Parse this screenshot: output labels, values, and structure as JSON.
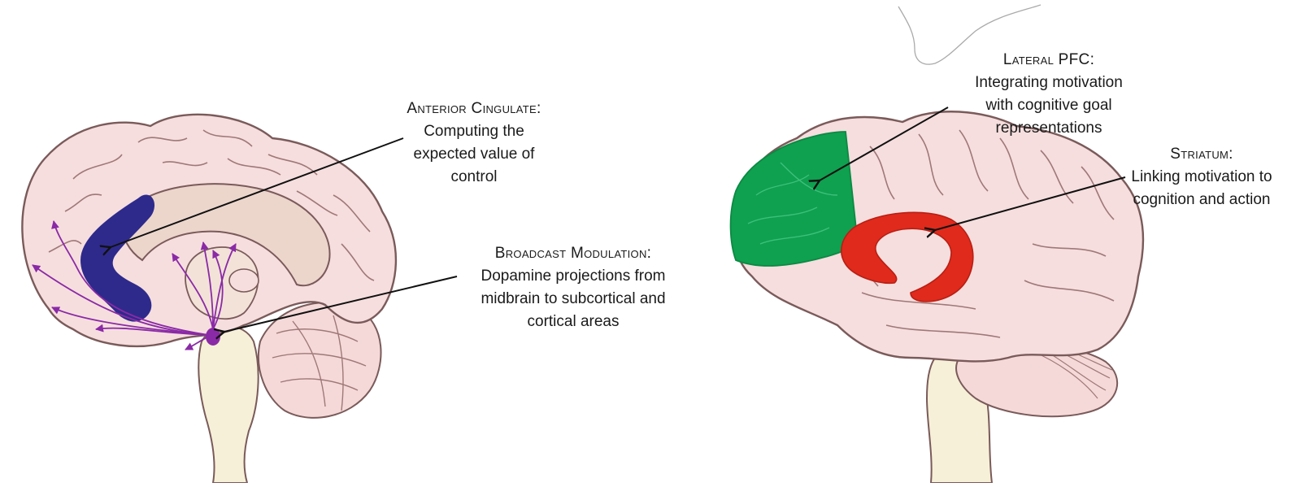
{
  "labels": {
    "anterior_cingulate": {
      "title": "Anterior Cingulate:",
      "lines": [
        "Computing the",
        "expected value of",
        "control"
      ]
    },
    "broadcast_modulation": {
      "title": "Broadcast Modulation:",
      "lines": [
        "Dopamine projections from",
        "midbrain to subcortical and",
        "cortical areas"
      ]
    },
    "lateral_pfc": {
      "title": "Lateral PFC:",
      "lines": [
        "Integrating motivation",
        "with cognitive goal",
        "representations"
      ]
    },
    "striatum": {
      "title": "Striatum:",
      "lines": [
        "Linking motivation to",
        "cognition and action"
      ]
    }
  },
  "colors": {
    "brain_fill": "#f6dede",
    "brain_outline": "#7a5a5a",
    "inner_fill": "#ecd6cc",
    "stem_fill": "#f7f0d8",
    "anterior_cingulate_region": "#2e2a8c",
    "dopamine_projections": "#8a2aa6",
    "lateral_pfc_region": "#0fa050",
    "striatum_region": "#e02a1c",
    "arrow": "#111111"
  },
  "icons": {
    "left_diagram": "brain-medial-view-icon",
    "right_diagram": "brain-lateral-view-icon"
  }
}
